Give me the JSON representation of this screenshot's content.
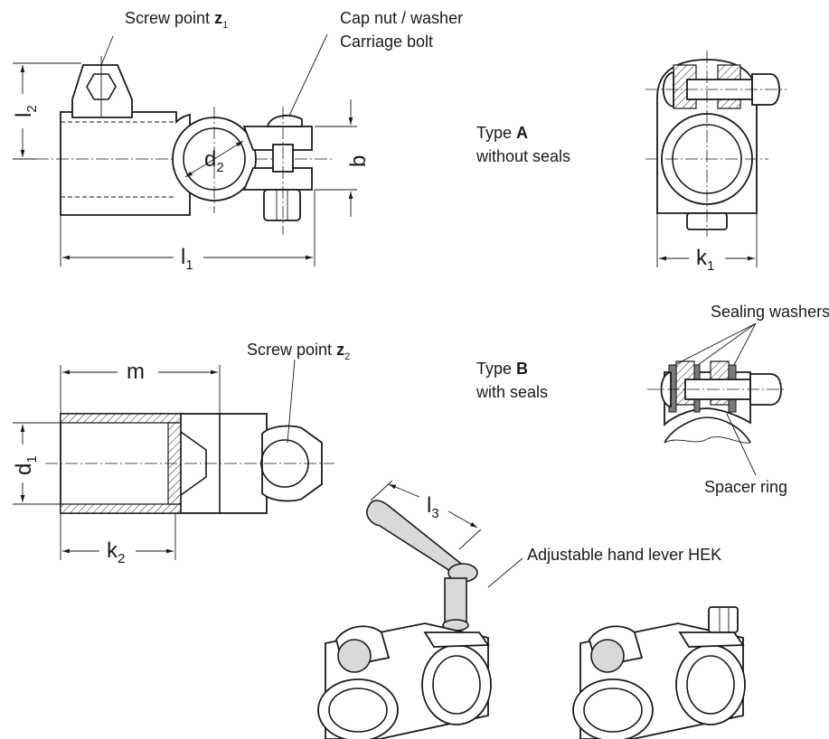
{
  "labels": {
    "screw_point_z1": "Screw point",
    "z1_letter": "z",
    "z1_index": "1",
    "cap_nut": "Cap nut / washer",
    "carriage_bolt": "Carriage bolt",
    "type_a_prefix": "Type",
    "type_a_letter": "A",
    "type_a_desc": "without seals",
    "sealing_washers": "Sealing washers",
    "screw_point_z2": "Screw point",
    "z2_letter": "z",
    "z2_index": "2",
    "type_b_prefix": "Type",
    "type_b_letter": "B",
    "type_b_desc": "with seals",
    "spacer_ring": "Spacer ring",
    "hand_lever": "Adjustable hand lever HEK"
  },
  "dimensions": {
    "l1": "l",
    "l1_index": "1",
    "l2": "l",
    "l2_index": "2",
    "l3": "l",
    "l3_index": "3",
    "d1": "d",
    "d1_index": "1",
    "d2": "d",
    "d2_index": "2",
    "b": "b",
    "k1": "k",
    "k1_index": "1",
    "k2": "k",
    "k2_index": "2",
    "m": "m"
  }
}
